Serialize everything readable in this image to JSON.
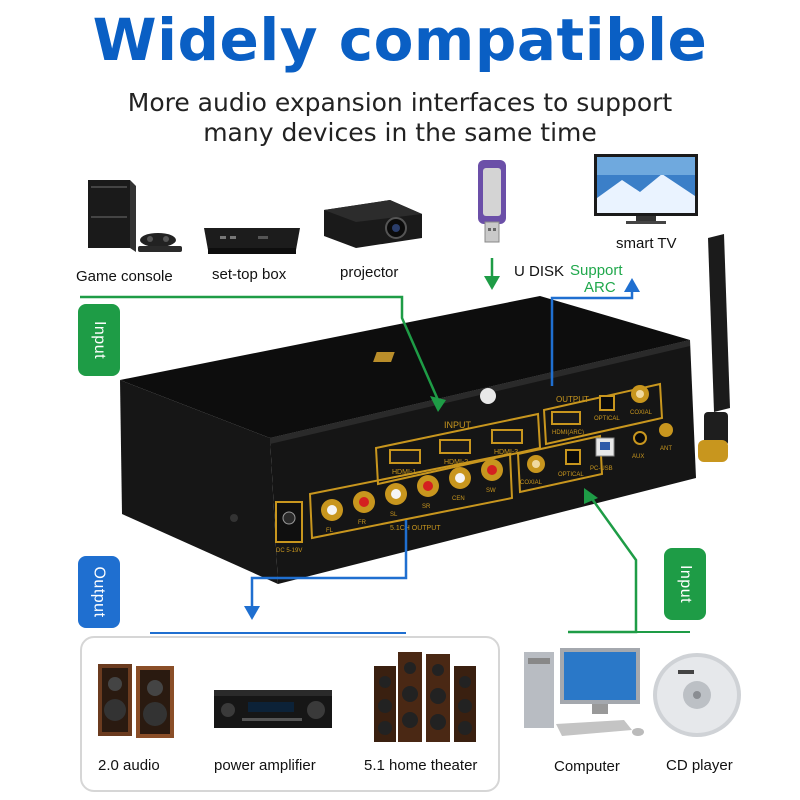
{
  "headline": "Widely compatible",
  "subtitle_line1": "More audio expansion interfaces to support",
  "subtitle_line2": "many devices in the same time",
  "top_devices": {
    "game_console": "Game console",
    "set_top_box": "set-top box",
    "projector": "projector",
    "u_disk": "U DISK",
    "smart_tv": "smart TV"
  },
  "support_arc": {
    "line1": "Support",
    "line2": "ARC"
  },
  "tags": {
    "input_left": "Input",
    "output_left": "Output",
    "input_right": "Input"
  },
  "bottom_devices": {
    "audio_20": "2.0 audio",
    "power_amplifier": "power amplifier",
    "home_theater": "5.1 home theater",
    "computer": "Computer",
    "cd_player": "CD player"
  },
  "device_labels": {
    "input_group": "INPUT",
    "hdmi1": "HDMI-1",
    "hdmi2": "HDMI-2",
    "hdmi3": "HDMI-3",
    "output_group": "OUTPUT",
    "hdmi_arc": "HDMI(ARC)",
    "optical_out": "OPTICAL",
    "coaxial_out": "COXIAL",
    "coaxial_in": "COXIAL",
    "optical_in": "OPTICAL",
    "pc_usb": "PC-USB",
    "aux": "AUX",
    "ant": "ANT",
    "fl": "FL",
    "fr": "FR",
    "sl": "SL",
    "sr": "SR",
    "cen": "CEN",
    "sw": "SW",
    "output_51": "5.1CH OUTPUT",
    "dc": "DC 5-19V"
  },
  "colors": {
    "headline": "#0a5fc4",
    "green": "#1e9c46",
    "blue": "#1f6fd0",
    "gold": "#c8961e"
  }
}
